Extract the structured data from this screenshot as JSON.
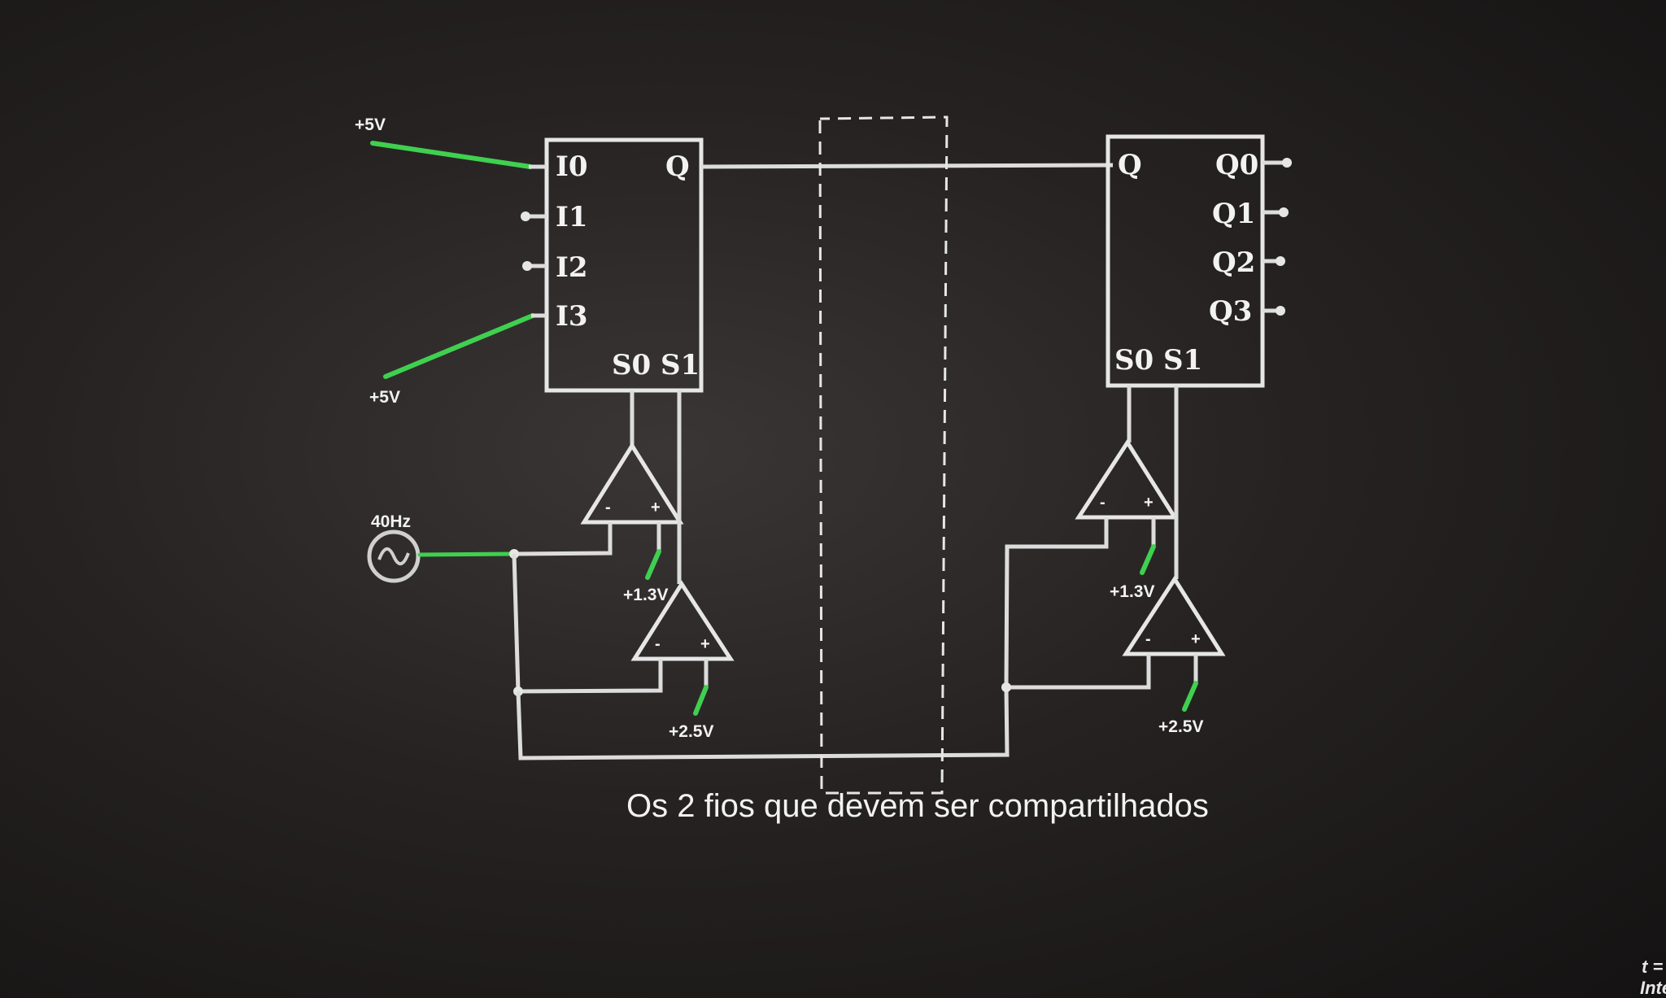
{
  "mux": {
    "inputs": [
      "I0",
      "I1",
      "I2",
      "I3"
    ],
    "output": "Q",
    "select": [
      "S0",
      "S1"
    ]
  },
  "demux": {
    "input": "Q",
    "outputs": [
      "Q0",
      "Q1",
      "Q2",
      "Q3"
    ],
    "select": [
      "S0",
      "S1"
    ]
  },
  "sources": {
    "vcc_top": "+5V",
    "vcc_bottom": "+5V",
    "clock": "40Hz"
  },
  "comparators": {
    "minus_sign": "-",
    "plus_sign": "+",
    "ref_low_left": "+1.3V",
    "ref_high_left": "+2.5V",
    "ref_low_right": "+1.3V",
    "ref_high_right": "+2.5V"
  },
  "caption": "Os 2 fios que devem ser compartilhados",
  "corner_text": [
    "t =",
    "Inte"
  ],
  "colors": {
    "wire": "#dcdcdc",
    "active_wire": "#3fd04f",
    "background": "#1e1a1a"
  }
}
